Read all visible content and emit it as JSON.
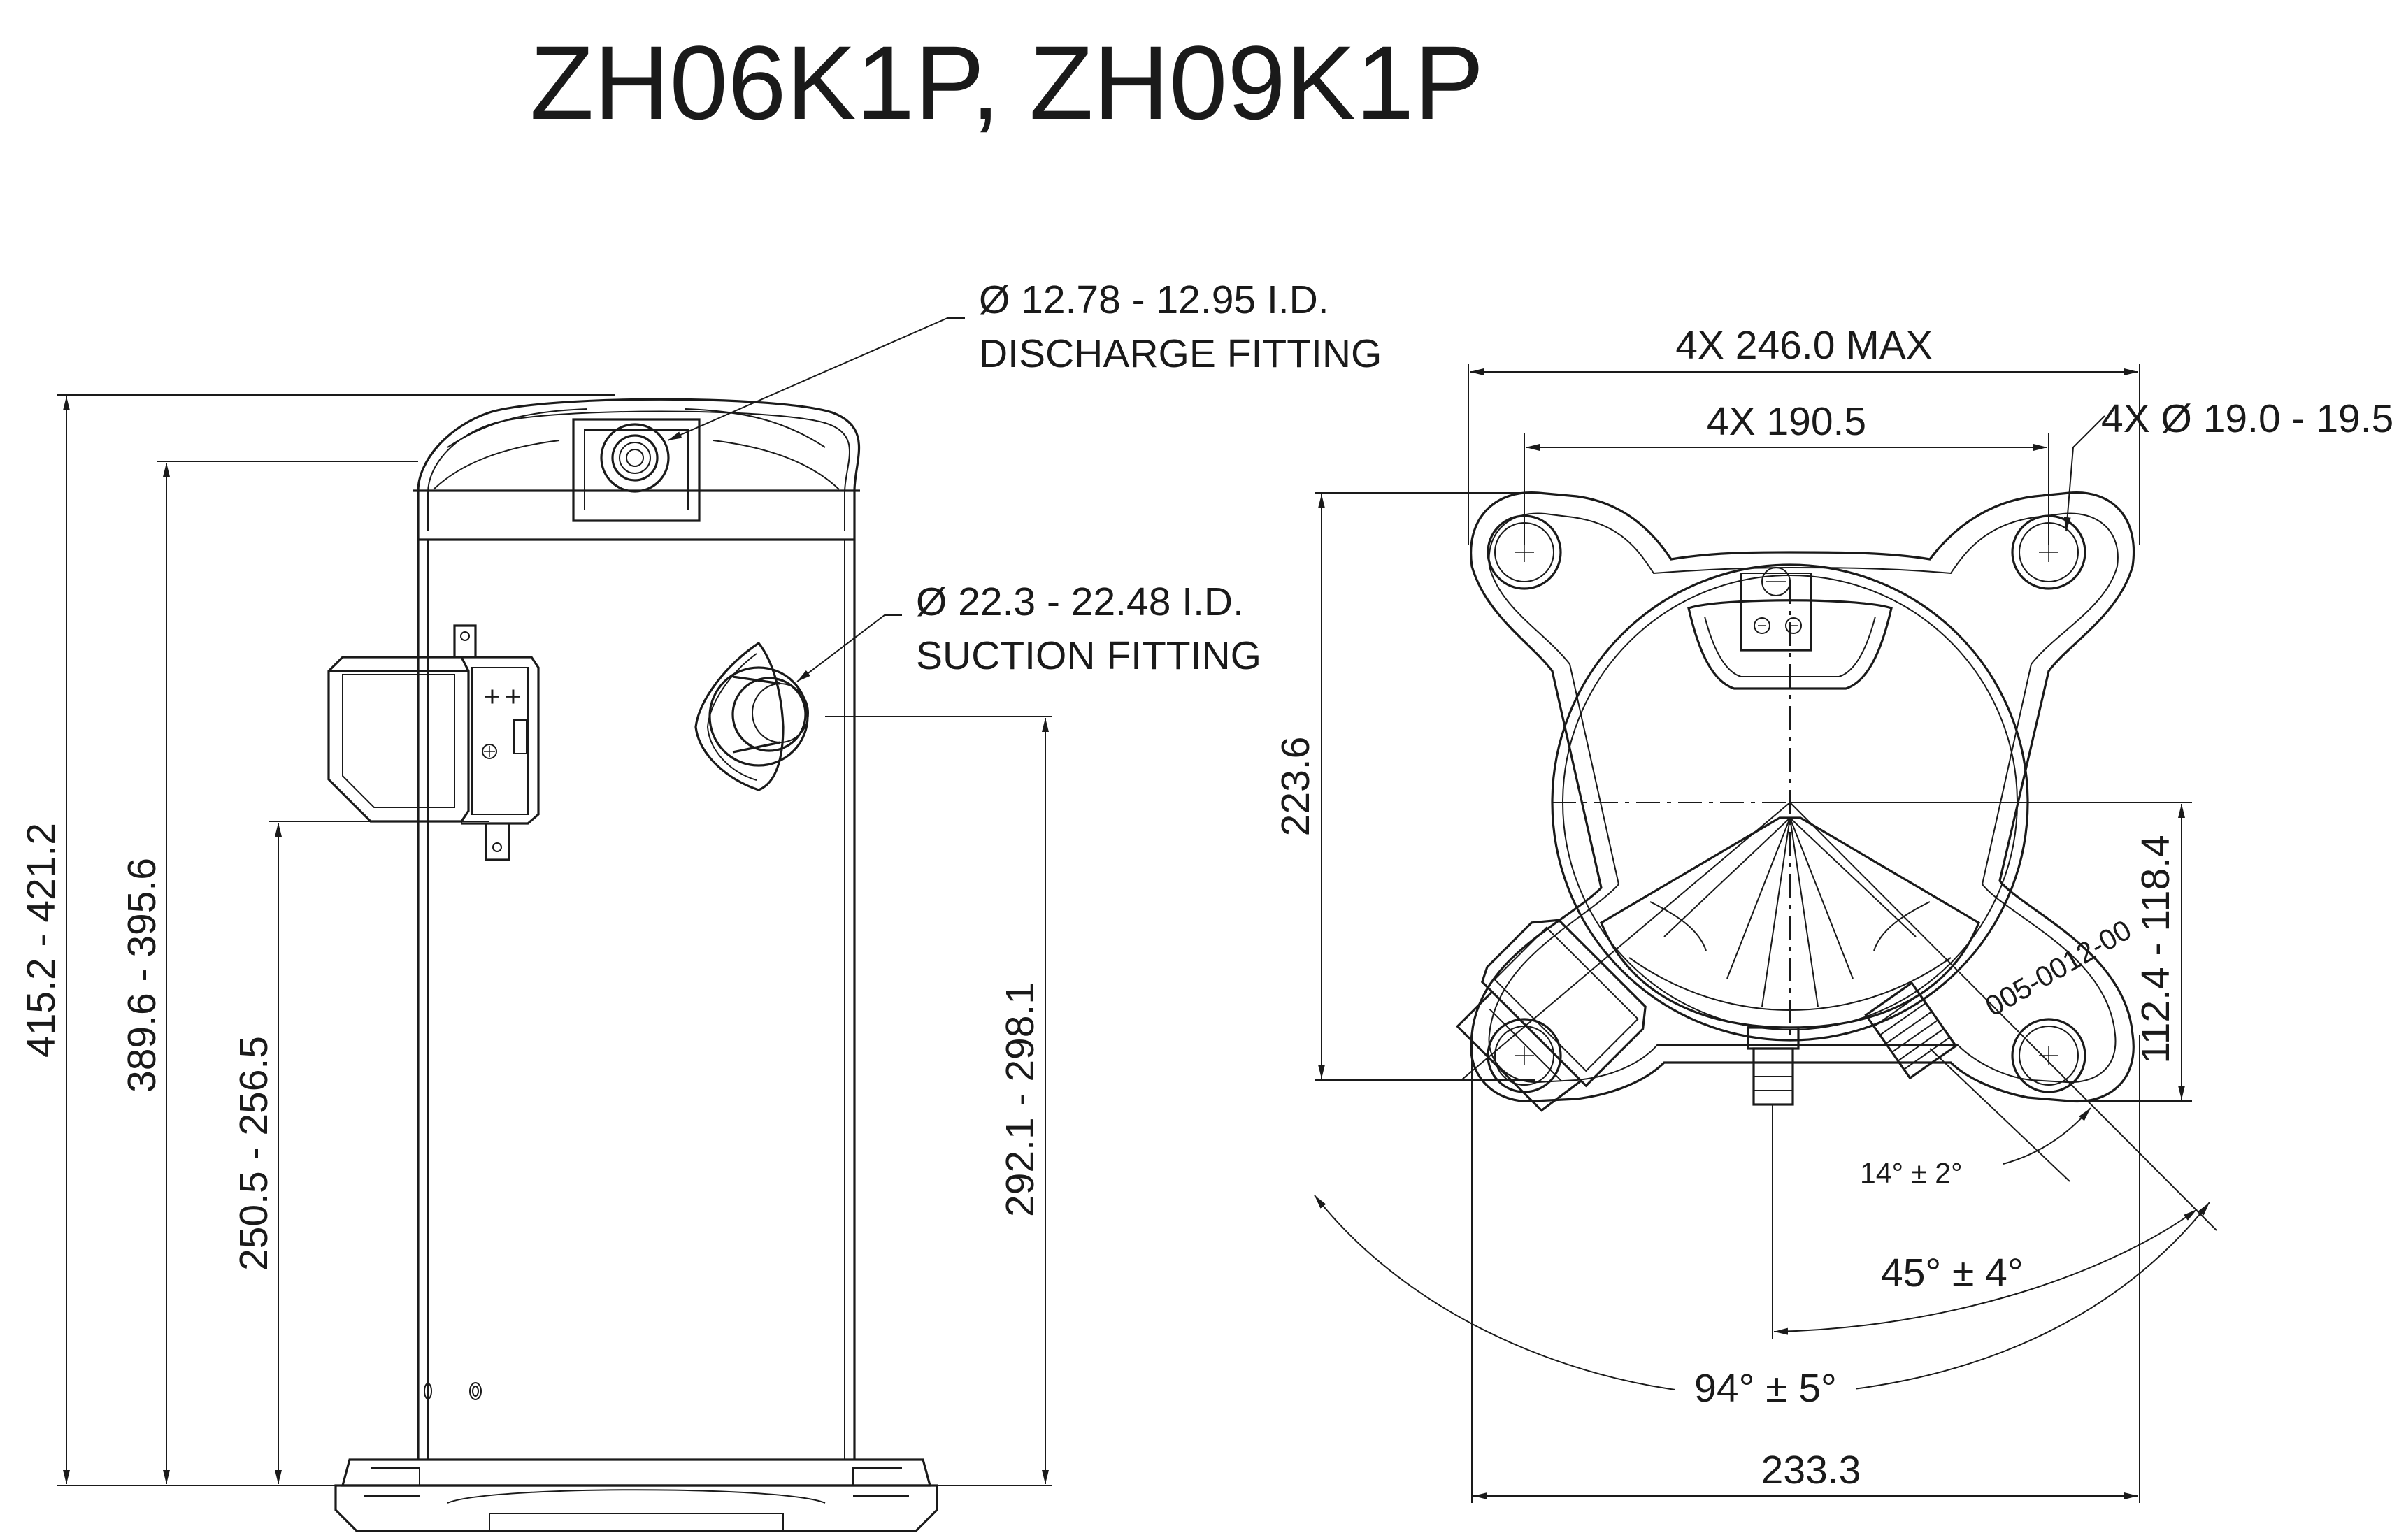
{
  "title": "ZH06K1P, ZH09K1P",
  "colors": {
    "line": "#1a1a1a",
    "background": "#ffffff"
  },
  "callouts": {
    "discharge": {
      "size": "Ø 12.78 - 12.95 I.D.",
      "name": "DISCHARGE FITTING"
    },
    "suction": {
      "size": "Ø 22.3 - 22.48 I.D.",
      "name": "SUCTION FITTING"
    },
    "mount_holes": "4X Ø 19.0 - 19.5"
  },
  "side_view": {
    "overall_height": "415.2 - 421.2",
    "shell_height": "389.6 - 395.6",
    "terminal_box_height": "250.5 - 256.5",
    "suction_height": "292.1 - 298.1"
  },
  "top_view": {
    "max_width": "4X 246.0 MAX",
    "bolt_spacing": "4X 190.5",
    "depth": "223.6",
    "offset": "112.4 - 118.4",
    "angle_small": "14° ± 2°",
    "angle_mid": "45° ± 4°",
    "angle_large": "94° ± 5°",
    "bottom_width": "233.3",
    "part_mark": "005-0012-00"
  }
}
